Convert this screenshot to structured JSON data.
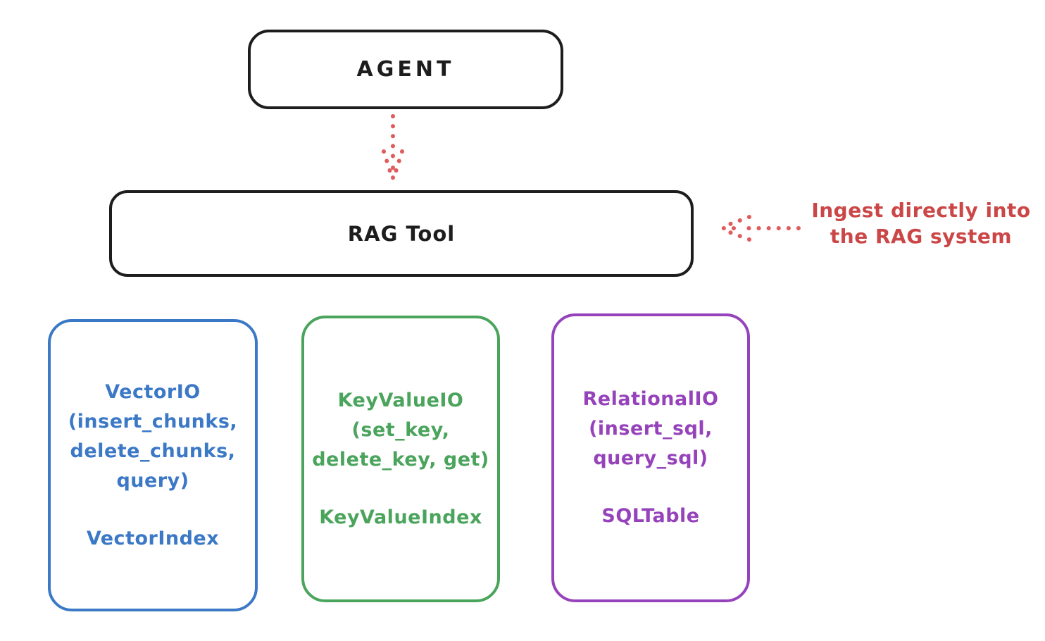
{
  "diagram": {
    "nodes": {
      "agent": {
        "label": "AGENT"
      },
      "rag_tool": {
        "label": "RAG Tool"
      },
      "vector_io": {
        "lines": [
          "VectorIO",
          "(insert_chunks,",
          "delete_chunks,",
          "query)"
        ],
        "index_label": "VectorIndex",
        "color": "#3b78c6"
      },
      "keyvalue_io": {
        "lines": [
          "KeyValueIO",
          "(set_key,",
          "delete_key, get)"
        ],
        "index_label": "KeyValueIndex",
        "color": "#4aa45c"
      },
      "relational_io": {
        "lines": [
          "RelationalIO",
          "(insert_sql,",
          "query_sql)"
        ],
        "index_label": "SQLTable",
        "color": "#9643bb"
      }
    },
    "annotation": {
      "line1": "Ingest directly into",
      "line2": "the RAG system",
      "text_color": "#cb4747",
      "arrow_color": "#e05c5c"
    },
    "colors": {
      "node_stroke": "#1d1d1d",
      "background": "#ffffff"
    },
    "edges": [
      {
        "from": "agent",
        "to": "rag_tool",
        "style": "dotted-red-arrow-down"
      },
      {
        "from": "annotation",
        "to": "rag_tool",
        "style": "dotted-red-arrow-left"
      }
    ]
  }
}
